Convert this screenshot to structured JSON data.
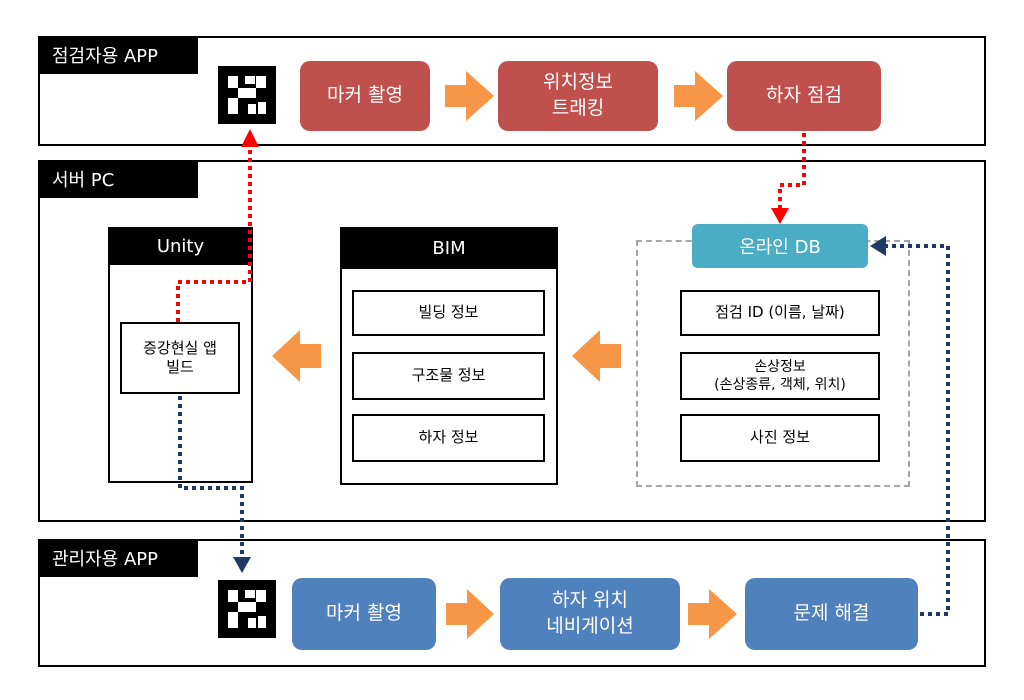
{
  "inspection_app": {
    "title": "점검자용 APP",
    "steps": [
      "마커 촬영",
      "위치정보\n트래킹",
      "하자 점검"
    ]
  },
  "server": {
    "title": "서버 PC",
    "unity": {
      "title": "Unity",
      "item": "증강현실 앱\n빌드"
    },
    "bim": {
      "title": "BIM",
      "items": [
        "빌딩 정보",
        "구조물 정보",
        "하자 정보"
      ]
    },
    "db": {
      "title": "온라인 DB",
      "items": [
        "점검 ID (이름, 날짜)",
        "손상정보\n(손상종류, 객체, 위치)",
        "사진 정보"
      ]
    }
  },
  "manager_app": {
    "title": "관리자용 APP",
    "steps": [
      "마커 촬영",
      "하자 위치\n네비게이션",
      "문제 해결"
    ]
  },
  "colors": {
    "inspection_step": "#c0504d",
    "manager_step": "#4f81bd",
    "db_header": "#4bacc6",
    "flow_arrow": "#f79646",
    "link_red": "#ff0000",
    "link_blue": "#1f3864"
  }
}
